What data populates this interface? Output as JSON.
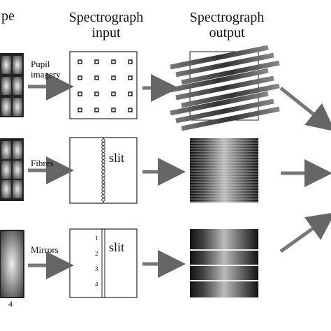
{
  "headers": {
    "left_fragment": "pe",
    "input_line1": "Spectrograph",
    "input_line2": "input",
    "output_line1": "Spectrograph",
    "output_line2": "output"
  },
  "rows": {
    "pupil": {
      "label_line1": "Pupil",
      "label_line2": "imagery"
    },
    "fibres": {
      "label": "Fibres",
      "slit_label": "slit"
    },
    "mirrors": {
      "label": "Mirrors",
      "slit_label": "slit",
      "slice_numbers": [
        "1",
        "2",
        "3",
        "4"
      ]
    }
  },
  "footnote": "4",
  "colors": {
    "ink": "#111111",
    "arrow": "#777777"
  }
}
